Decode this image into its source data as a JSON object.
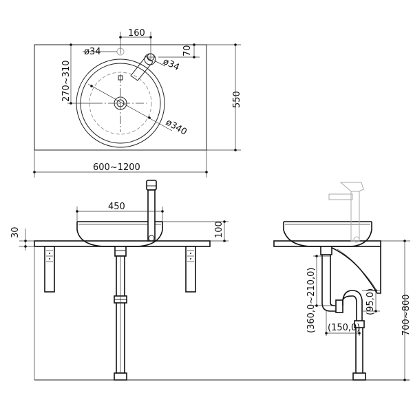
{
  "dimensions": {
    "faucet_spacing": "160",
    "left_hole_dia": "ø34",
    "right_hole_dia": "ø34",
    "faucet_offset": "70",
    "bowl_center_range": "270~310",
    "top_depth": "550",
    "bowl_dia": "ø340",
    "top_width": "600~1200",
    "bowl_width": "450",
    "top_thickness": "30",
    "bowl_height": "100",
    "drain_height_range": "(360,0~210,0)",
    "trap_drop": "(95,0)",
    "trap_width": "(150,0)",
    "mount_height": "700~800"
  }
}
